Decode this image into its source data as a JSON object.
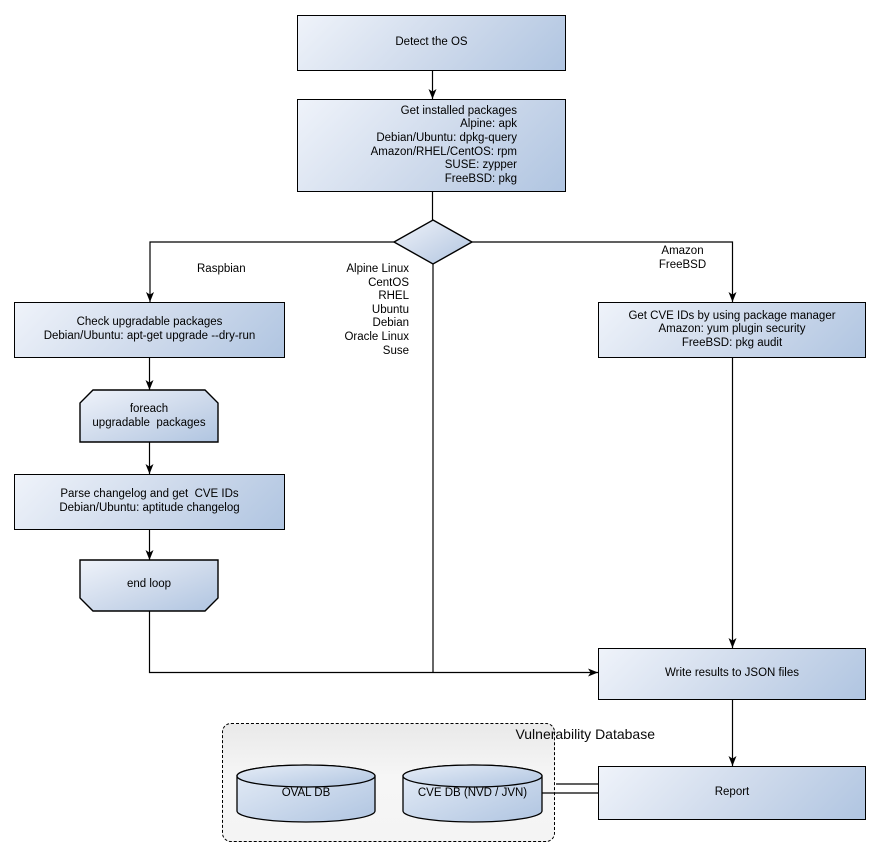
{
  "diagram": {
    "type": "flowchart",
    "colors": {
      "node_fill_light": "#eff3fa",
      "node_fill_mid": "#cdd9eb",
      "node_fill_dark": "#b0c5e1",
      "node_border": "#000000",
      "edge_line": "#000000",
      "panel_fill": "#f2f2f2"
    },
    "nodes": {
      "detect_os": "Detect the OS",
      "get_installed_packages": "Get installed packages\nAlpine: apk\nDebian/Ubuntu: dpkg-query\nAmazon/RHEL/CentOS: rpm\nSUSE: zypper\nFreeBSD: pkg",
      "check_upgradable": "Check upgradable packages\nDebian/Ubuntu: apt-get upgrade --dry-run",
      "foreach_loop": "foreach\nupgradable  packages",
      "parse_changelog": "Parse changelog and get  CVE IDs\nDebian/Ubuntu: aptitude changelog",
      "end_loop": "end loop",
      "get_cve_ids": "Get CVE IDs by using package manager\nAmazon: yum plugin security\nFreeBSD: pkg audit",
      "write_results": "Write results to JSON files",
      "report": "Report",
      "oval_db": "OVAL DB",
      "cve_db": "CVE DB (NVD / JVN)",
      "vuln_db_title": "Vulnerability Database"
    },
    "edge_labels": {
      "raspbian": "Raspbian",
      "amazon_freebsd": "Amazon\nFreeBSD",
      "os_list": "Alpine Linux\nCentOS\nRHEL\nUbuntu\nDebian\nOracle Linux\nSuse"
    }
  }
}
